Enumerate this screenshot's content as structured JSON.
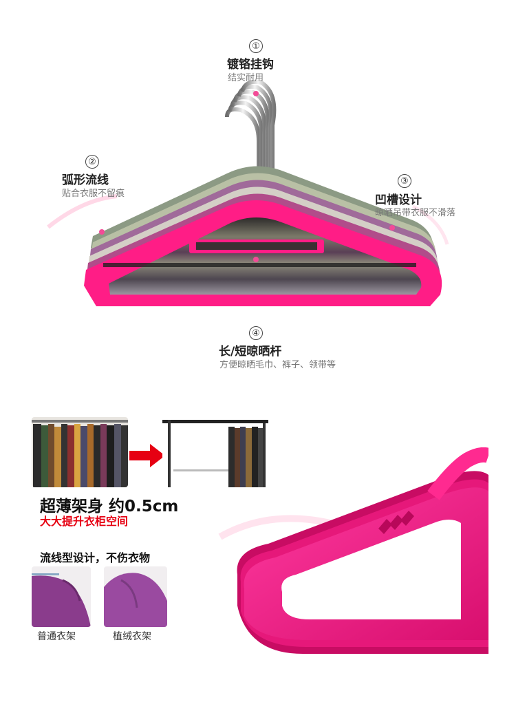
{
  "features": [
    {
      "number": "①",
      "title": "镀铬挂钩",
      "subtitle": "结实耐用"
    },
    {
      "number": "②",
      "title": "弧形流线",
      "subtitle": "贴合衣服不留痕"
    },
    {
      "number": "③",
      "title": "凹槽设计",
      "subtitle": "晾晒吊带衣服不滑落"
    },
    {
      "number": "④",
      "title": "长/短晾晒杆",
      "subtitle": "方便晾晒毛巾、裤子、领带等"
    }
  ],
  "thin": {
    "title": "超薄架身 约0.5cm",
    "subtitle": "大大提升衣柜空间"
  },
  "comparison": {
    "title": "流线型设计，不伤衣物",
    "left_caption": "普通衣架",
    "right_caption": "植绒衣架"
  },
  "colors": {
    "accent": "#ff1d86",
    "red": "#e60012",
    "dot": "#f34b97"
  }
}
